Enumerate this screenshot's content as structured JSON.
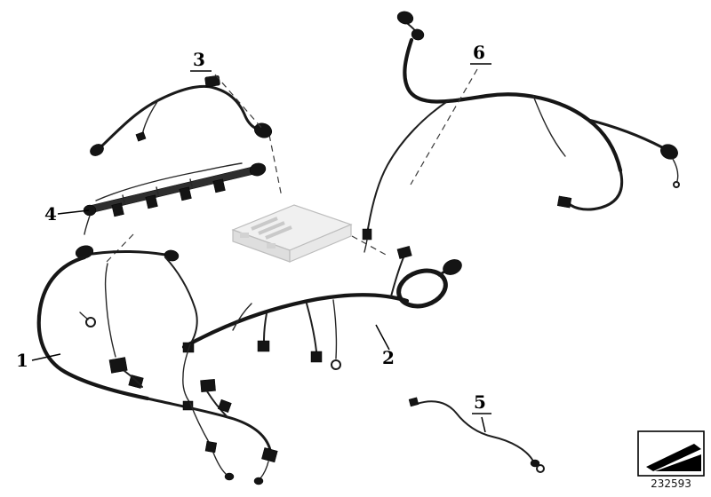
{
  "diagram": {
    "callouts": [
      {
        "label": "1"
      },
      {
        "label": "2"
      },
      {
        "label": "3"
      },
      {
        "label": "4"
      },
      {
        "label": "5"
      },
      {
        "label": "6"
      }
    ],
    "doc_number": "232593",
    "colors": {
      "harness": "#1a1a1a",
      "ghost_part": "#eeeeee",
      "background": "#ffffff"
    },
    "icons": {
      "corner_logo": "arrow-logo-icon"
    }
  }
}
